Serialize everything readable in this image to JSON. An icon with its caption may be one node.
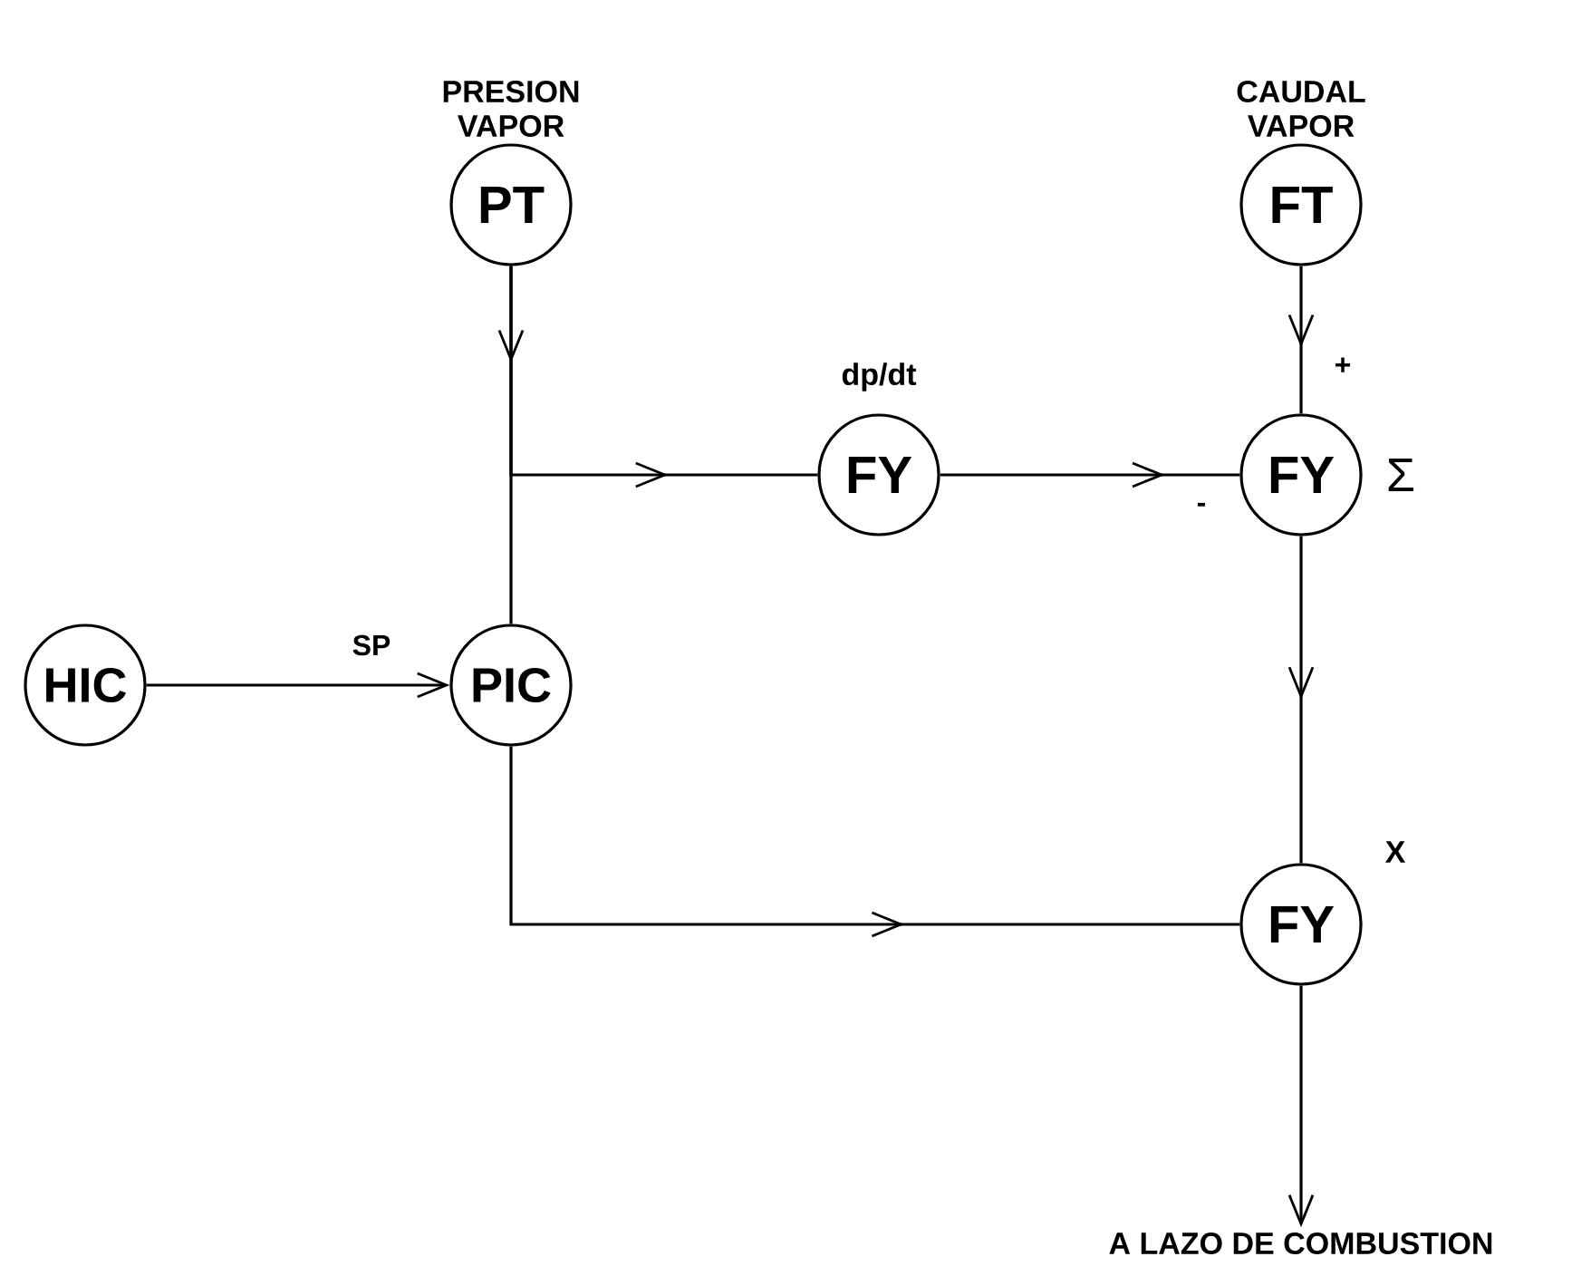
{
  "diagram": {
    "nodes": [
      {
        "text": [
          "PT"
        ],
        "beside": [
          "PRESION VAPOR"
        ]
      },
      {
        "text": [
          "FT"
        ],
        "beside": [
          "CAUDAL VAPOR"
        ]
      },
      {
        "text": [
          "HIC"
        ]
      },
      {
        "text": [
          "PIC"
        ]
      },
      {
        "text": [
          "FY"
        ],
        "beside": [
          "dp/dt"
        ]
      },
      {
        "text": [
          "FY"
        ],
        "beside": [
          "Σ"
        ]
      },
      {
        "text": [
          "FY"
        ],
        "beside": [
          "X"
        ]
      },
      {
        "text": [
          "A LAZO DE COMBUSTION"
        ]
      }
    ],
    "edges": [
      {
        "from": 0,
        "to": 3,
        "arrow": "to"
      },
      {
        "from": 0,
        "to": 4,
        "arrow": "to"
      },
      {
        "from": 4,
        "to": 5,
        "arrow": "to",
        "label": "-"
      },
      {
        "from": 1,
        "to": 5,
        "arrow": "to",
        "label": "+"
      },
      {
        "from": 2,
        "to": 3,
        "arrow": "to",
        "label": "SP"
      },
      {
        "from": 5,
        "to": 6,
        "arrow": "to"
      },
      {
        "from": 3,
        "to": 6,
        "arrow": "to"
      },
      {
        "from": 6,
        "to": 7,
        "arrow": "to"
      }
    ]
  }
}
